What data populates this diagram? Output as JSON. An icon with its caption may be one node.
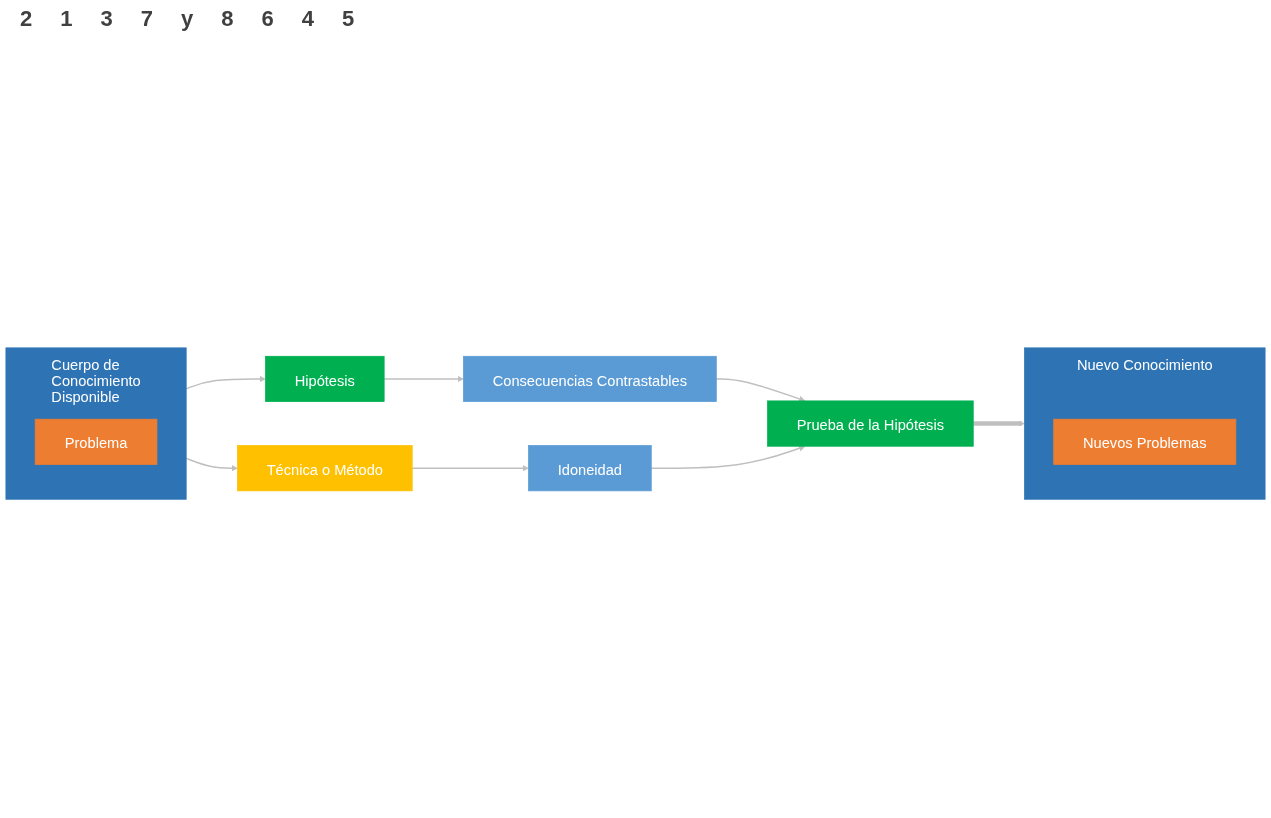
{
  "diagram": {
    "nodes": [
      {
        "text": [
          "Cuerpo de Conocimiento Disponible"
        ]
      },
      {
        "text": [
          "Problema"
        ],
        "in": 0
      },
      {
        "text": [
          "Hipótesis"
        ]
      },
      {
        "text": [
          "Consecuencias Contrastables"
        ]
      },
      {
        "text": [
          "Técnica o Método"
        ]
      },
      {
        "text": [
          "Idoneidad"
        ]
      },
      {
        "text": [
          "Prueba de la Hipótesis"
        ]
      },
      {
        "text": [
          "Nuevo Conocimiento"
        ]
      },
      {
        "text": [
          "Nuevos Problemas"
        ],
        "in": 7
      }
    ],
    "edges": [
      {
        "from": 0,
        "to": 2,
        "arrow": "to"
      },
      {
        "from": 2,
        "to": 3,
        "arrow": "to"
      },
      {
        "from": 0,
        "to": 4,
        "arrow": "to"
      },
      {
        "from": 4,
        "to": 5,
        "arrow": "to"
      },
      {
        "from": 3,
        "to": 6,
        "arrow": "to"
      },
      {
        "from": 5,
        "to": 6,
        "arrow": "to"
      },
      {
        "from": 6,
        "to": 7,
        "arrow": "to",
        "style": "thick"
      }
    ],
    "labels": [
      "2",
      "1",
      "3",
      "7",
      "y",
      "8",
      "6",
      "4",
      "5"
    ]
  }
}
